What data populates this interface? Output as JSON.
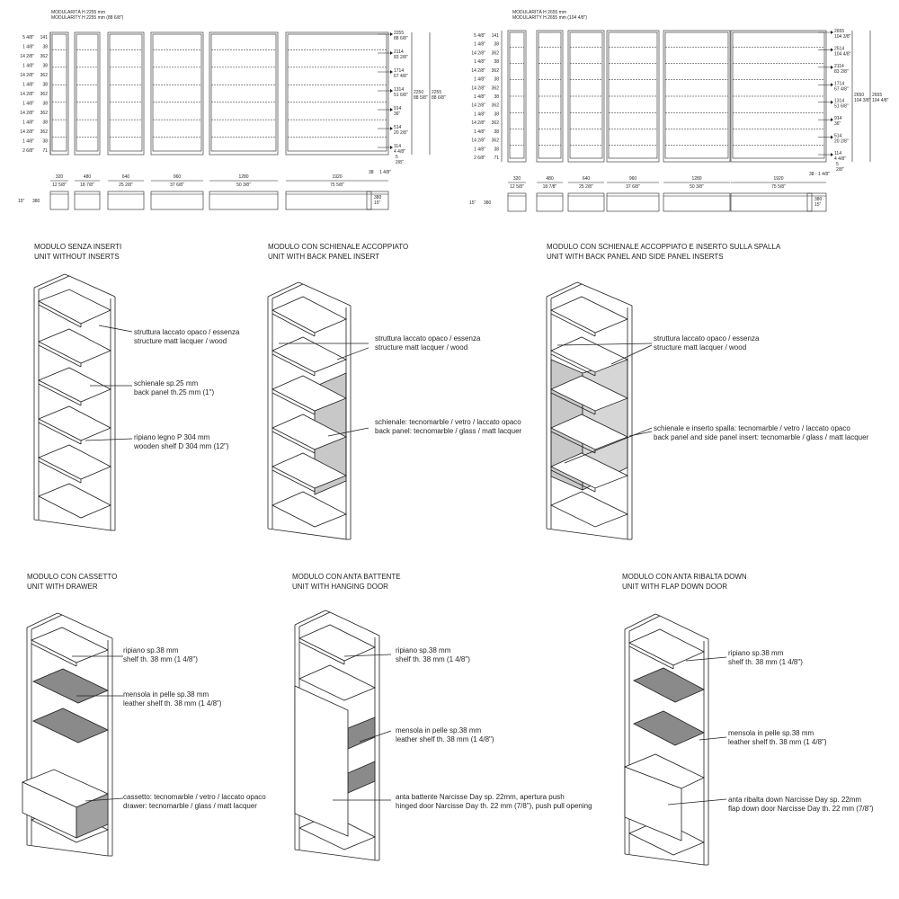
{
  "colors": {
    "ink": "#231f20",
    "panel_grey": "#c8c8c8",
    "leather_grey": "#8a8a8a"
  },
  "dim_left": {
    "title_it": "MODULARITÀ H 2255 mm",
    "title_en": "MODULARITY H 2255 mm (88 6/8\")",
    "left_dims": [
      [
        "5 4/8\"",
        "141"
      ],
      [
        "1 4/8\"",
        "38"
      ],
      [
        "14 2/8\"",
        "362"
      ],
      [
        "1 4/8\"",
        "38"
      ],
      [
        "14 2/8\"",
        "362"
      ],
      [
        "1 4/8\"",
        "38"
      ],
      [
        "14 2/8\"",
        "362"
      ],
      [
        "1 4/8\"",
        "38"
      ],
      [
        "14 2/8\"",
        "362"
      ],
      [
        "1 4/8\"",
        "38"
      ],
      [
        "14 2/8\"",
        "362"
      ],
      [
        "1 4/8\"",
        "38"
      ],
      [
        "2 6/8\"",
        "71"
      ]
    ],
    "right_dims": [
      [
        "2255",
        "88 6/8\""
      ],
      [
        "2114",
        "83 2/8\""
      ],
      [
        "1714",
        "67 4/8\""
      ],
      [
        "1314",
        "51 6/8\""
      ],
      [
        "914",
        "36\""
      ],
      [
        "514",
        "20 2/8\""
      ],
      [
        "114",
        "4 4/8\""
      ]
    ],
    "overall": [
      "2250",
      "88 5/8\"",
      "2255",
      "88 6/8\""
    ],
    "bottom_gap": [
      "5",
      "2/8\""
    ],
    "widths": [
      [
        "320",
        "12 5/8\""
      ],
      [
        "480",
        "18 7/8\""
      ],
      [
        "640",
        "25 2/8\""
      ],
      [
        "960",
        "37 6/8\""
      ],
      [
        "1280",
        "50 3/8\""
      ],
      [
        "1920",
        "75 5/8\""
      ]
    ],
    "side": [
      "38",
      "1 4/8\""
    ],
    "depth": [
      "380",
      "15\""
    ]
  },
  "dim_right": {
    "title_it": "MODULARITÀ H 2655 mm",
    "title_en": "MODULARITY H 2655 mm (104 4/8\")",
    "left_dims": [
      [
        "5 4/8\"",
        "141"
      ],
      [
        "1 4/8\"",
        "38"
      ],
      [
        "14 2/8\"",
        "362"
      ],
      [
        "1 4/8\"",
        "38"
      ],
      [
        "14 2/8\"",
        "362"
      ],
      [
        "1 4/8\"",
        "38"
      ],
      [
        "14 2/8\"",
        "362"
      ],
      [
        "1 4/8\"",
        "38"
      ],
      [
        "14 2/8\"",
        "362"
      ],
      [
        "1 4/8\"",
        "38"
      ],
      [
        "14 2/8\"",
        "362"
      ],
      [
        "1 4/8\"",
        "38"
      ],
      [
        "14 2/8\"",
        "362"
      ],
      [
        "1 4/8\"",
        "38"
      ],
      [
        "2 6/8\"",
        "71"
      ]
    ],
    "right_dims": [
      [
        "2655",
        "104 3/8\""
      ],
      [
        "2514",
        "104 4/8\""
      ],
      [
        "2114",
        "83 2/8\""
      ],
      [
        "1714",
        "67 4/8\""
      ],
      [
        "1314",
        "51 6/8\""
      ],
      [
        "914",
        "36\""
      ],
      [
        "514",
        "20 2/8\""
      ],
      [
        "114",
        "4 4/8\""
      ]
    ],
    "overall": [
      "2650",
      "104 3/8\"",
      "2655",
      "104 4/8\""
    ],
    "bottom_gap": [
      "5",
      "2/8\""
    ],
    "widths": [
      [
        "320",
        "12 5/8\""
      ],
      [
        "480",
        "18 7/8\""
      ],
      [
        "640",
        "25 2/8\""
      ],
      [
        "960",
        "37 6/8\""
      ],
      [
        "1280",
        "50 3/8\""
      ],
      [
        "1920",
        "75 5/8\""
      ]
    ],
    "side": [
      "38 - 1 4/8\"",
      ""
    ],
    "depth": [
      "380",
      "15\""
    ]
  },
  "modules": {
    "m1": {
      "title_it": "MODULO SENZA INSERTI",
      "title_en": "UNIT WITHOUT INSERTS",
      "callouts": [
        [
          "struttura laccato opaco / essenza",
          "structure matt lacquer / wood"
        ],
        [
          "schienale sp.25 mm",
          "back panel th.25 mm (1\")"
        ],
        [
          "ripiano legno P 304 mm",
          "wooden shelf D 304 mm (12\")"
        ]
      ]
    },
    "m2": {
      "title_it": "MODULO CON SCHIENALE ACCOPPIATO",
      "title_en": "UNIT WITH BACK PANEL INSERT",
      "callouts": [
        [
          "struttura laccato opaco / essenza",
          "structure matt lacquer / wood"
        ],
        [
          "schienale: tecnomarble / vetro / laccato opaco",
          "back panel: tecnomarble / glass / matt lacquer"
        ]
      ]
    },
    "m3": {
      "title_it": "MODULO CON SCHIENALE ACCOPPIATO E INSERTO SULLA SPALLA",
      "title_en": "UNIT WITH BACK PANEL AND SIDE PANEL INSERTS",
      "callouts": [
        [
          "struttura laccato opaco / essenza",
          "structure matt lacquer / wood"
        ],
        [
          "schienale e inserto spalla: tecnomarble / vetro / laccato opaco",
          "back panel and side panel insert: tecnomarble / glass / matt lacquer"
        ]
      ]
    },
    "m4": {
      "title_it": "MODULO CON CASSETTO",
      "title_en": "UNIT WITH DRAWER",
      "callouts": [
        [
          "ripiano sp.38 mm",
          "shelf th. 38 mm (1 4/8\")"
        ],
        [
          "mensola in pelle sp.38 mm",
          "leather shelf th. 38 mm (1 4/8\")"
        ],
        [
          "cassetto: tecnomarble / vetro / laccato opaco",
          "drawer: tecnomarble / glass / matt lacquer"
        ]
      ]
    },
    "m5": {
      "title_it": "MODULO CON ANTA BATTENTE",
      "title_en": "UNIT WITH HANGING DOOR",
      "callouts": [
        [
          "ripiano sp.38 mm",
          "shelf th. 38 mm (1 4/8\")"
        ],
        [
          "mensola in pelle sp.38 mm",
          "leather shelf th. 38 mm (1 4/8\")"
        ],
        [
          "anta battente Narcisse Day sp. 22mm, apertura push",
          "hinged door Narcisse Day th. 22 mm (7/8\"), push pull opening"
        ]
      ]
    },
    "m6": {
      "title_it": "MODULO CON ANTA RIBALTA DOWN",
      "title_en": "UNIT WITH FLAP DOWN DOOR",
      "callouts": [
        [
          "ripiano sp.38 mm",
          "shelf th. 38 mm (1 4/8\")"
        ],
        [
          "mensola in pelle sp.38 mm",
          "leather shelf th. 38 mm (1 4/8\")"
        ],
        [
          "anta ribalta down Narcisse Day sp. 22mm",
          "flap  down door Narcisse Day th. 22 mm (7/8\")"
        ]
      ]
    }
  }
}
